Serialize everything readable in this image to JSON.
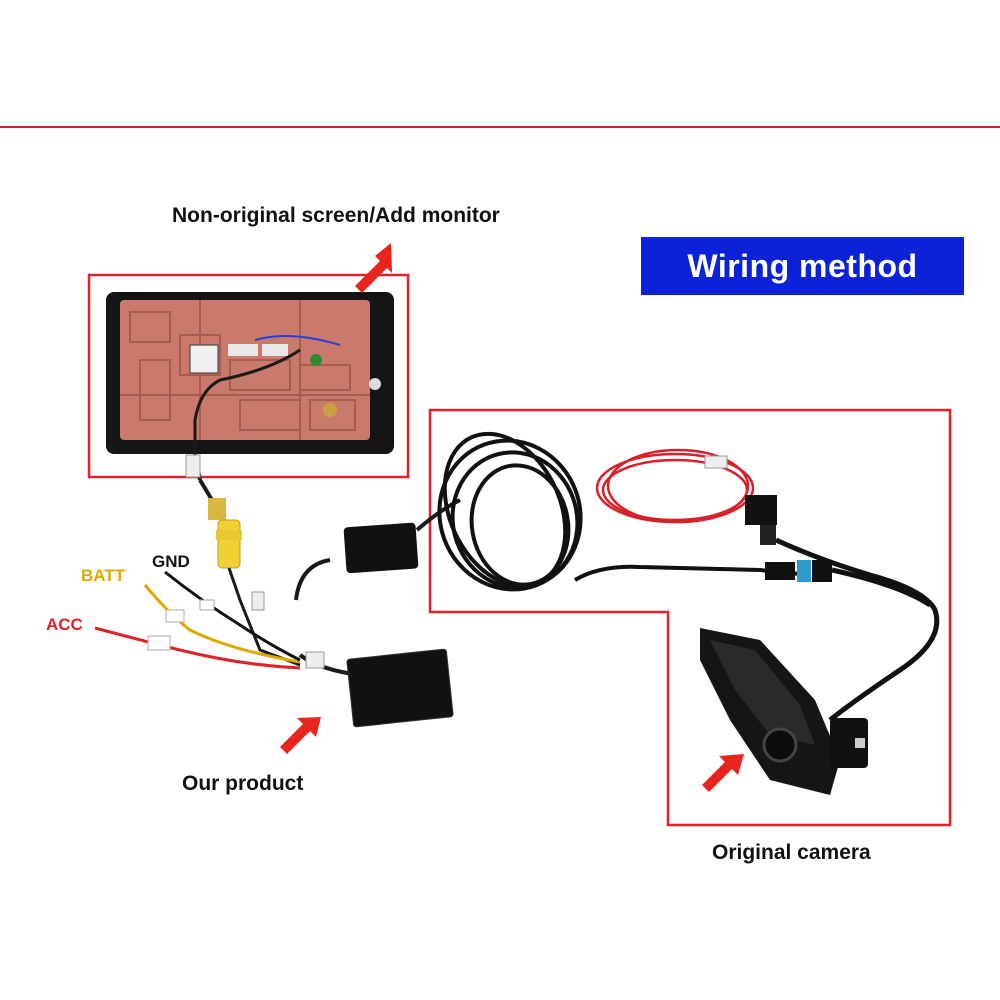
{
  "title": "Wiring method",
  "labels": {
    "screen": "Non-original screen/Add monitor",
    "product": "Our product",
    "camera": "Original camera"
  },
  "wires": {
    "batt": "BATT",
    "gnd": "GND",
    "acc": "ACC"
  },
  "colors": {
    "title_bg": "#0b22d8",
    "frame": "#e0202a",
    "arrow": "#e8241c",
    "batt": "#e0a800",
    "gnd": "#111111",
    "acc": "#e0202a"
  }
}
